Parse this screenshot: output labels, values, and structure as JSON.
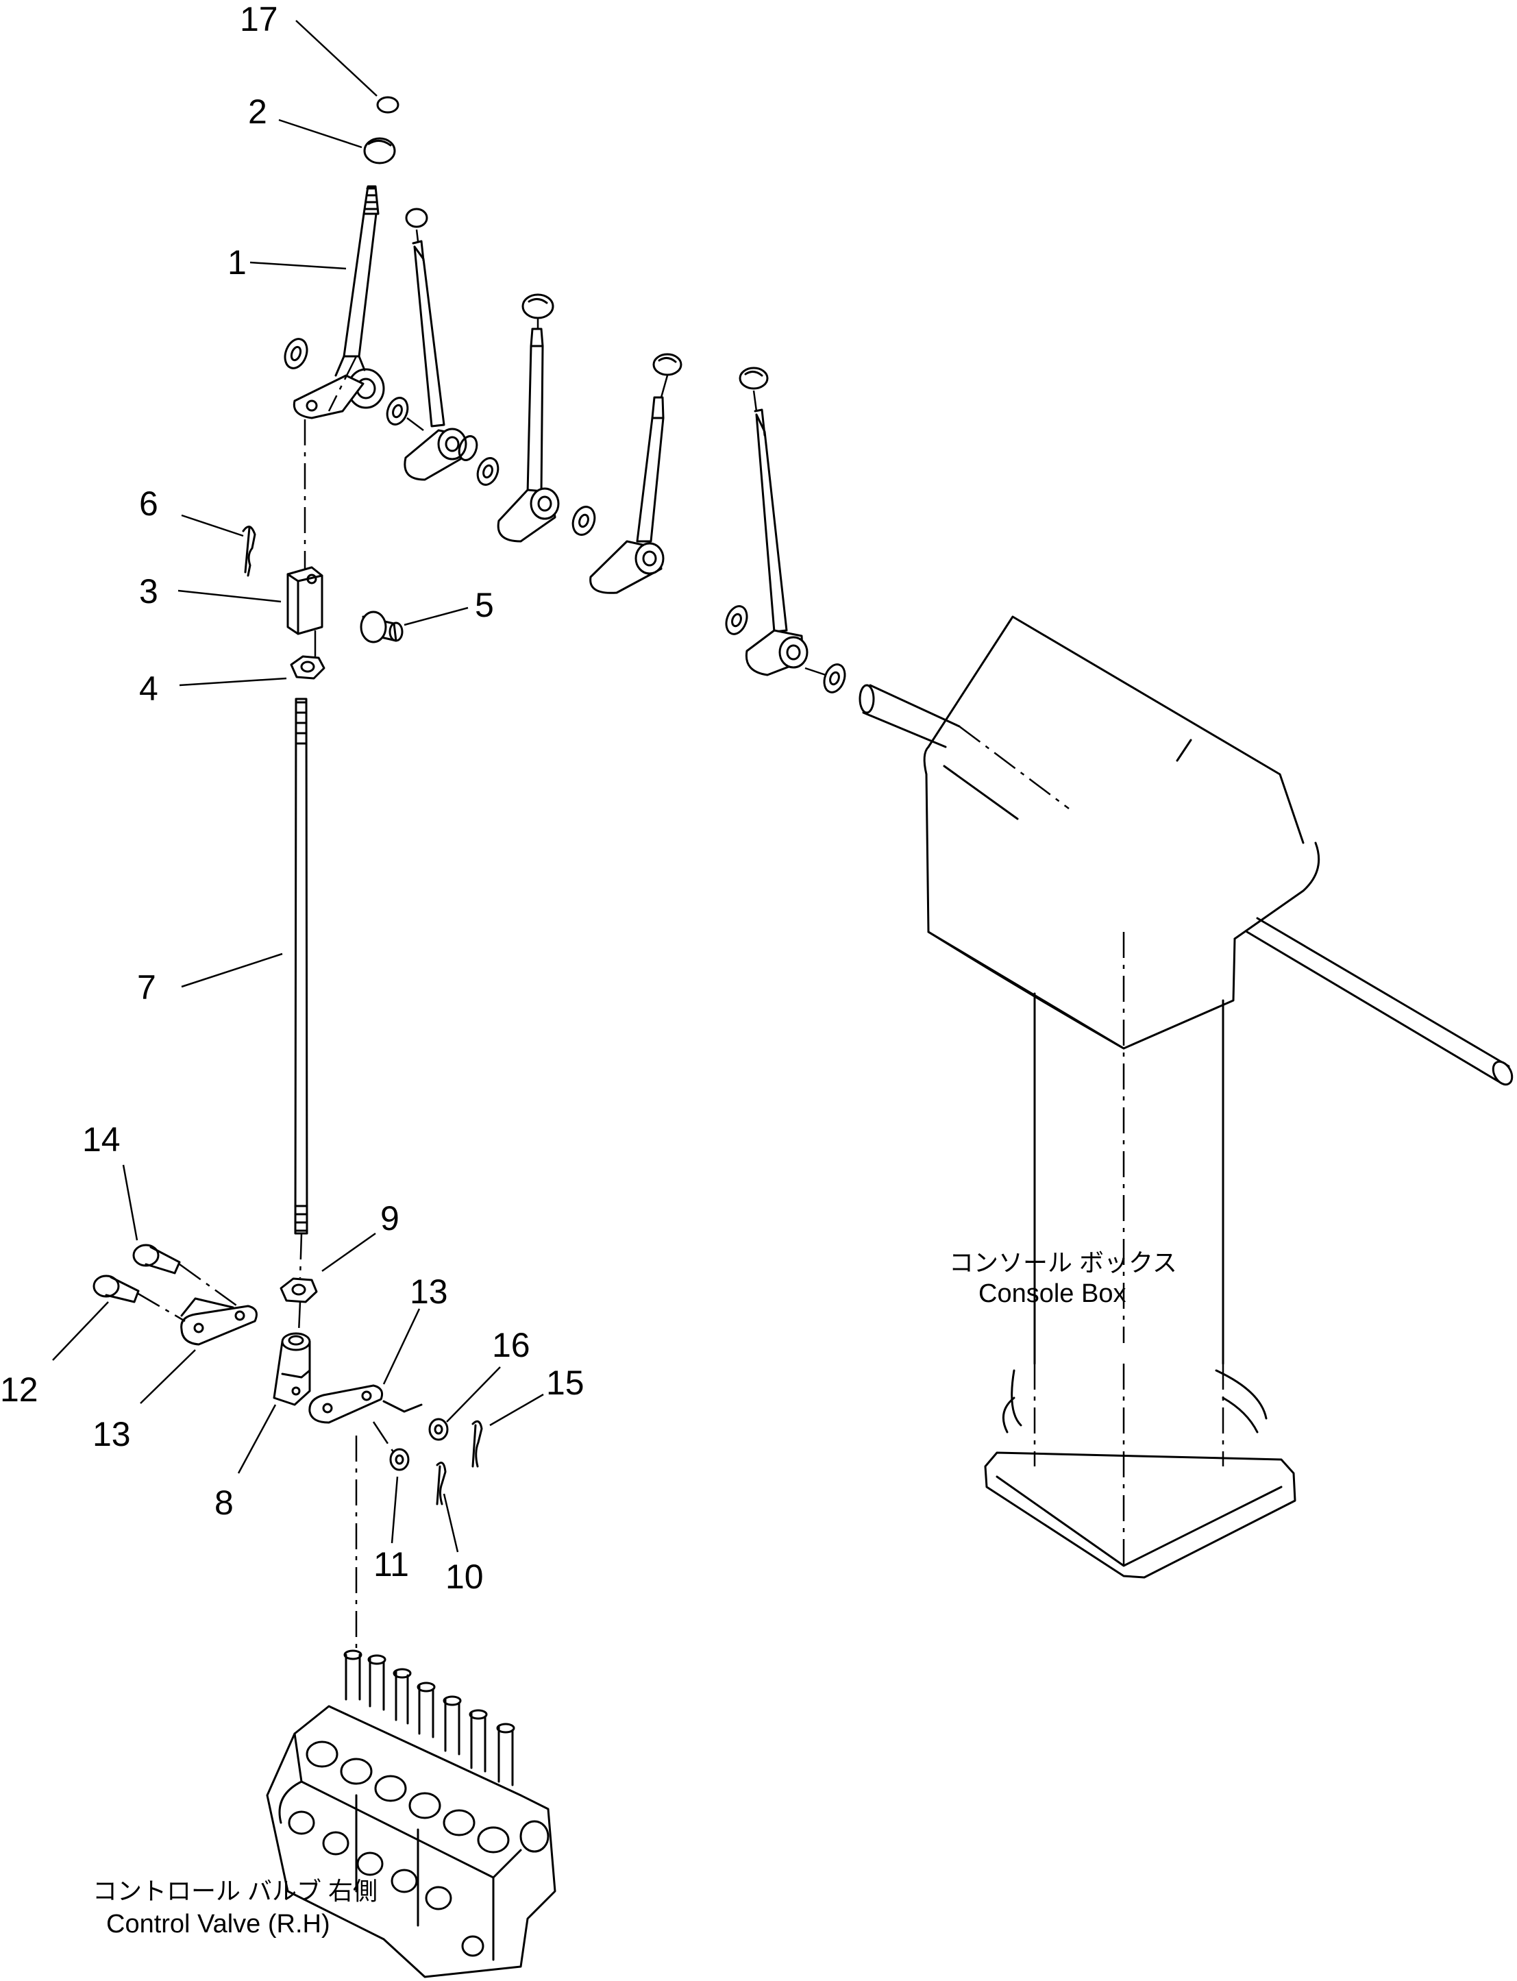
{
  "callouts": {
    "c17": "17",
    "c2": "2",
    "c1": "1",
    "c6": "6",
    "c3": "3",
    "c5": "5",
    "c4": "4",
    "c7": "7",
    "c14": "14",
    "c9": "9",
    "c12": "12",
    "c13a": "13",
    "c13b": "13",
    "c16": "16",
    "c15": "15",
    "c8": "8",
    "c11": "11",
    "c10": "10"
  },
  "labels": {
    "console_box_jp": "コンソール ボックス",
    "console_box_en": "Console Box",
    "control_valve_jp": "コントロール バルブ 右側",
    "control_valve_en": "Control Valve (R.H)"
  }
}
